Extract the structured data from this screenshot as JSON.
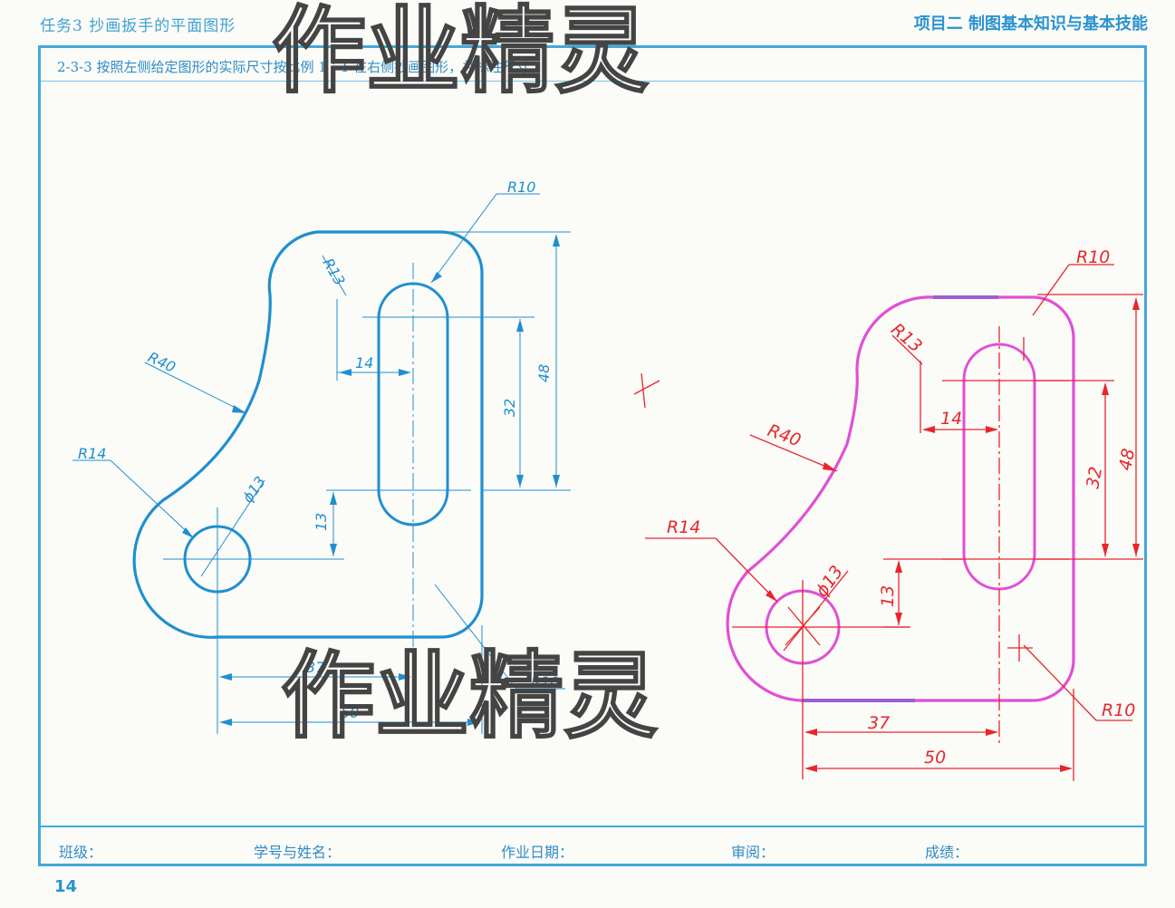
{
  "header": {
    "left": "任务3  抄画扳手的平面图形",
    "right": "项目二   制图基本知识与基本技能"
  },
  "task": "2-3-3  按照左侧给定图形的实际尺寸按比例 1∶1 在右侧抄画图形，并标注尺寸。",
  "left_drawing": {
    "dims": [
      "R10",
      "R13",
      "14",
      "R40",
      "32",
      "48",
      "R14",
      "ϕ13",
      "13",
      "37",
      "50",
      "R10"
    ]
  },
  "right_drawing": {
    "dims": [
      "R10",
      "R13",
      "14",
      "R40",
      "32",
      "48",
      "R14",
      "ϕ13",
      "13",
      "37",
      "50",
      "R10"
    ]
  },
  "watermark": "作业精灵",
  "footer": {
    "class_label": "班级：",
    "id_name_label": "学号与姓名：",
    "date_label": "作业日期：",
    "review_label": "审阅：",
    "score_label": "成绩："
  },
  "page_number": "14",
  "colors": {
    "frame": "#43a8dc",
    "left_drawing": "#1f8fd0",
    "right_outline": "#e14fd6",
    "right_dims": "#e8262c"
  }
}
